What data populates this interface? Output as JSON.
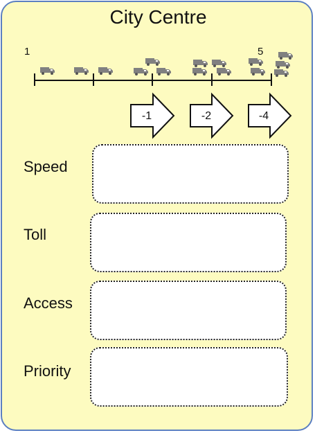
{
  "title": "City Centre",
  "scale": {
    "start_label": "1",
    "end_label": "5"
  },
  "timeline": {
    "icon": "truck-icon",
    "icon_color": "#808080",
    "segments": [
      {
        "trucks": 1
      },
      {
        "trucks": 2
      },
      {
        "trucks": 3
      },
      {
        "trucks": 4
      },
      {
        "trucks": 5
      }
    ]
  },
  "arrows": [
    {
      "label": "-1"
    },
    {
      "label": "-2"
    },
    {
      "label": "-4"
    }
  ],
  "rows": [
    {
      "label": "Speed"
    },
    {
      "label": "Toll"
    },
    {
      "label": "Access"
    },
    {
      "label": "Priority"
    }
  ],
  "colors": {
    "card_background": "#fdfbc0",
    "card_border": "#5b7fc1"
  }
}
